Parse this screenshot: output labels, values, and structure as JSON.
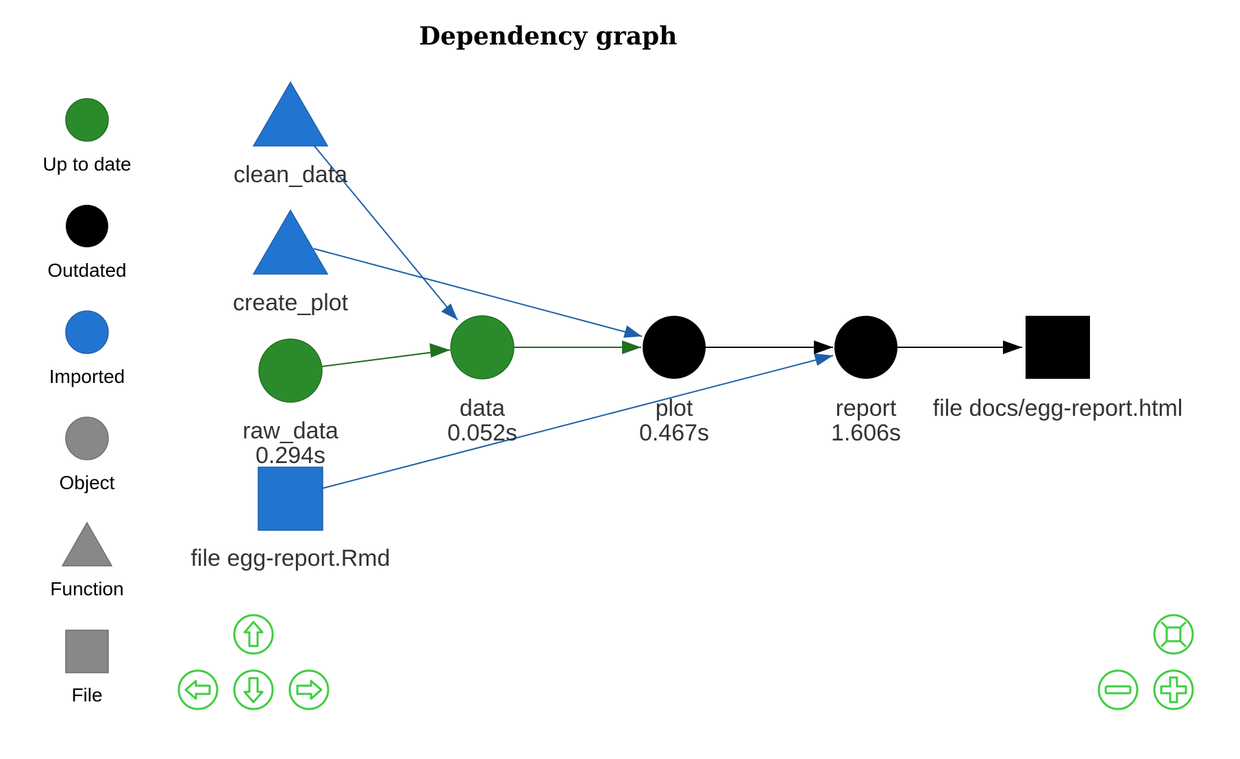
{
  "title": "Dependency graph",
  "colors": {
    "up_to_date": "#2b8a2b",
    "outdated": "#000000",
    "imported": "#2175d0",
    "object": "#888888",
    "edge_imported": "#1f5fa8",
    "edge_up_to_date": "#1f6f1f",
    "edge_outdated": "#000000",
    "nav": "#3fce3f"
  },
  "legend": [
    {
      "label": "Up to date",
      "shape": "circle",
      "color": "#2b8a2b"
    },
    {
      "label": "Outdated",
      "shape": "circle",
      "color": "#000000"
    },
    {
      "label": "Imported",
      "shape": "circle",
      "color": "#2175d0"
    },
    {
      "label": "Object",
      "shape": "circle",
      "color": "#888888"
    },
    {
      "label": "Function",
      "shape": "triangle",
      "color": "#888888"
    },
    {
      "label": "File",
      "shape": "square",
      "color": "#888888"
    }
  ],
  "nodes": {
    "clean_data": {
      "name": "clean_data",
      "time": "",
      "shape": "triangle",
      "status": "imported"
    },
    "create_plot": {
      "name": "create_plot",
      "time": "",
      "shape": "triangle",
      "status": "imported"
    },
    "raw_data": {
      "name": "raw_data",
      "time": "0.294s",
      "shape": "circle",
      "status": "up_to_date"
    },
    "egg_rmd": {
      "name": "file egg-report.Rmd",
      "time": "",
      "shape": "square",
      "status": "imported"
    },
    "data": {
      "name": "data",
      "time": "0.052s",
      "shape": "circle",
      "status": "up_to_date"
    },
    "plot": {
      "name": "plot",
      "time": "0.467s",
      "shape": "circle",
      "status": "outdated"
    },
    "report": {
      "name": "report",
      "time": "1.606s",
      "shape": "circle",
      "status": "outdated"
    },
    "egg_html": {
      "name": "file docs/egg-report.html",
      "time": "",
      "shape": "square",
      "status": "outdated"
    }
  },
  "edges": [
    {
      "from": "clean_data",
      "to": "data",
      "color": "#1f5fa8"
    },
    {
      "from": "create_plot",
      "to": "plot",
      "color": "#1f5fa8"
    },
    {
      "from": "raw_data",
      "to": "data",
      "color": "#1f6f1f"
    },
    {
      "from": "data",
      "to": "plot",
      "color": "#1f6f1f"
    },
    {
      "from": "egg_rmd",
      "to": "report",
      "color": "#1f5fa8"
    },
    {
      "from": "plot",
      "to": "report",
      "color": "#000000"
    },
    {
      "from": "report",
      "to": "egg_html",
      "color": "#000000"
    }
  ],
  "controls": {
    "nav": [
      "up-arrow-icon",
      "left-arrow-icon",
      "down-arrow-icon",
      "right-arrow-icon"
    ],
    "zoom": [
      "zoom-fit-icon",
      "zoom-out-icon",
      "zoom-in-icon"
    ]
  }
}
